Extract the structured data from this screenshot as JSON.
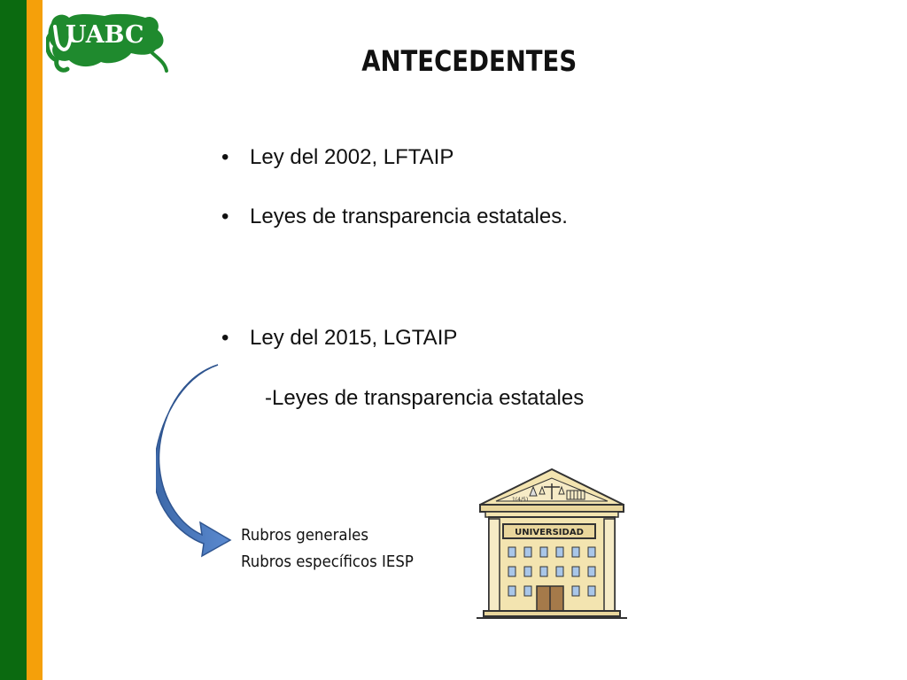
{
  "slide": {
    "title": "ANTECEDENTES",
    "logo_text": "UABC",
    "bullets": [
      {
        "marker": "•",
        "text": "Ley del 2002, LFTAIP"
      },
      {
        "marker": "•",
        "text": "Leyes de transparencia estatales."
      },
      {
        "marker": "•",
        "text": "Ley del 2015, LGTAIP"
      }
    ],
    "sub_item": "-Leyes de transparencia estatales",
    "rubros": [
      "Rubros generales",
      "Rubros específicos IESP"
    ],
    "building": {
      "sign": "UNIVERSIDAD",
      "pediment_text": "1(4/5)"
    }
  },
  "colors": {
    "green_stripe": "#0b6a10",
    "orange_stripe": "#f5a00a",
    "logo_green": "#1f8a2e",
    "arrow_blue": "#4a78b8",
    "building_cream": "#f3e4b0"
  },
  "icons": [
    "curved-arrow-icon",
    "university-building-icon",
    "uabc-logo"
  ]
}
